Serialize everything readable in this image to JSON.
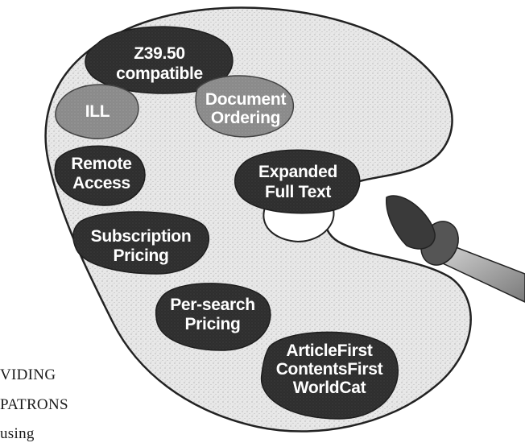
{
  "palette": {
    "blobs": [
      {
        "id": "z3950",
        "lines": [
          "Z39.50",
          "compatible"
        ],
        "tone": "dark"
      },
      {
        "id": "ill",
        "lines": [
          "ILL"
        ],
        "tone": "light"
      },
      {
        "id": "document-ordering",
        "lines": [
          "Document",
          "Ordering"
        ],
        "tone": "light"
      },
      {
        "id": "remote-access",
        "lines": [
          "Remote",
          "Access"
        ],
        "tone": "dark"
      },
      {
        "id": "expanded-full-text",
        "lines": [
          "Expanded",
          "Full Text"
        ],
        "tone": "dark"
      },
      {
        "id": "subscription-pricing",
        "lines": [
          "Subscription",
          "Pricing"
        ],
        "tone": "dark"
      },
      {
        "id": "per-search-pricing",
        "lines": [
          "Per-search",
          "Pricing"
        ],
        "tone": "dark"
      },
      {
        "id": "articlefirst",
        "lines": [
          "ArticleFirst",
          "ContentsFirst",
          "WorldCat"
        ],
        "tone": "dark"
      }
    ]
  },
  "side_text": {
    "line1": "VIDING",
    "line2": "PATRONS",
    "line3": "using"
  },
  "colors": {
    "palette_fill": "#e6e6e6",
    "palette_stroke": "#222222",
    "dark_blob": "#2f2f2f",
    "light_blob": "#8c8c8c",
    "brush_tip": "#4a4a4a",
    "brush_handle": "#bdbdbd"
  }
}
